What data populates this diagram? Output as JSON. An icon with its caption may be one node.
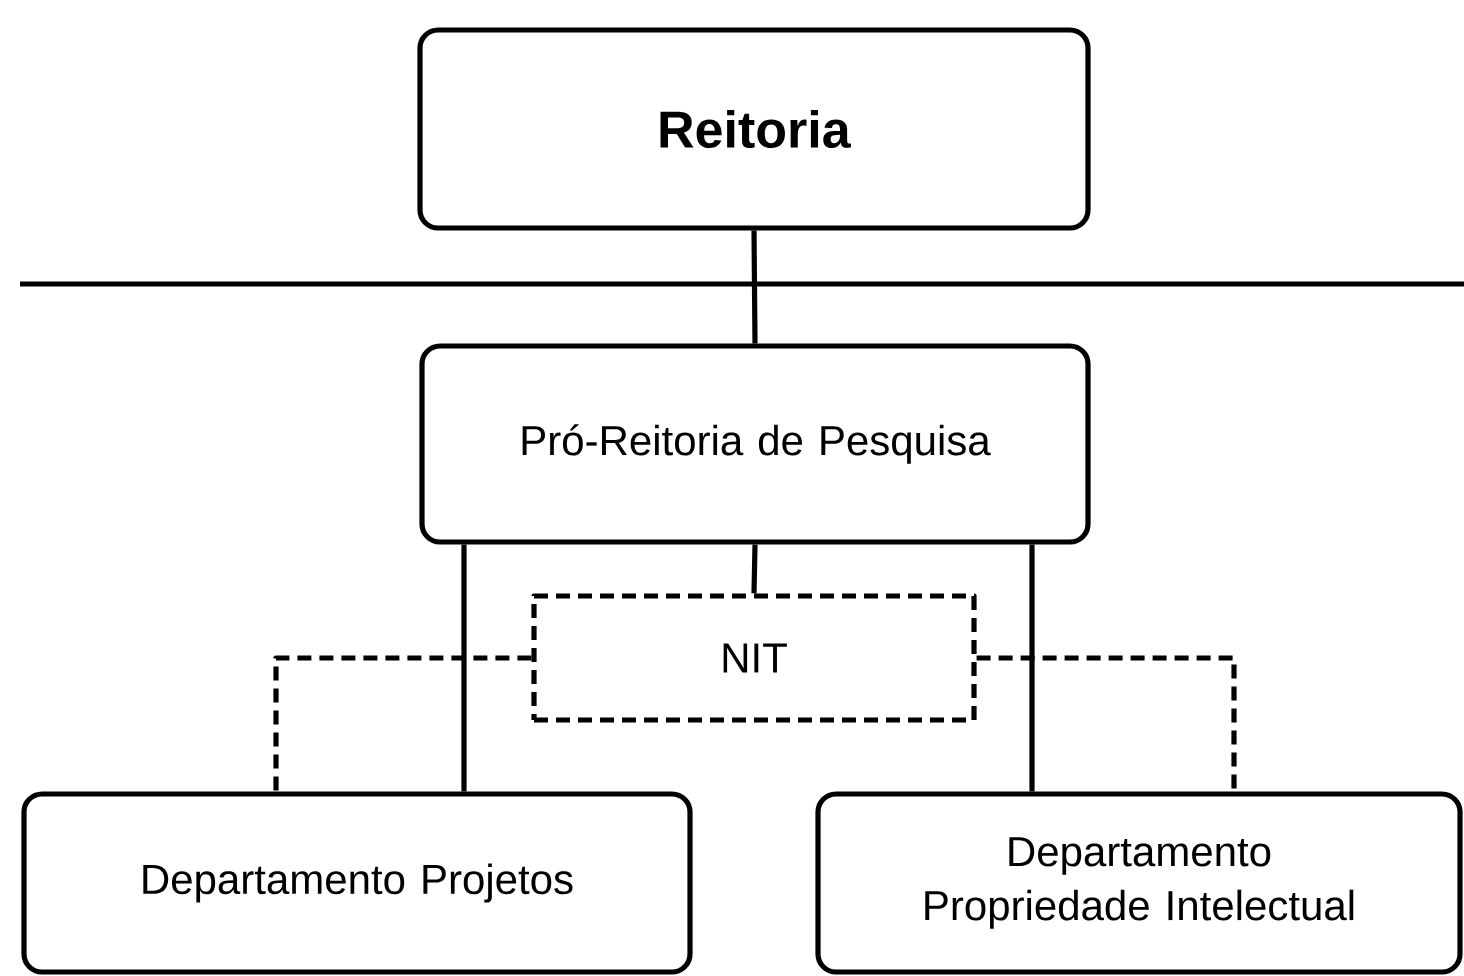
{
  "diagram": {
    "nodes": [
      {
        "text": [
          "**Reitoria**"
        ]
      },
      {
        "text": [
          "Pró-Reitoria de Pesquisa"
        ]
      },
      {
        "text": [
          "NIT"
        ]
      },
      {
        "text": [
          "Departamento Projetos"
        ]
      },
      {
        "text": [
          "Departamento Propriedade Intelectual"
        ]
      }
    ],
    "edges": [
      {
        "from": 0,
        "to": 1,
        "arrow": "none"
      },
      {
        "from": 1,
        "to": 2,
        "arrow": "none"
      },
      {
        "from": 1,
        "to": 3,
        "arrow": "none"
      },
      {
        "from": 1,
        "to": 4,
        "arrow": "none"
      },
      {
        "from": 2,
        "to": 3,
        "arrow": "none",
        "style": "dashed"
      },
      {
        "from": 2,
        "to": 4,
        "arrow": "none",
        "style": "dashed"
      }
    ]
  }
}
